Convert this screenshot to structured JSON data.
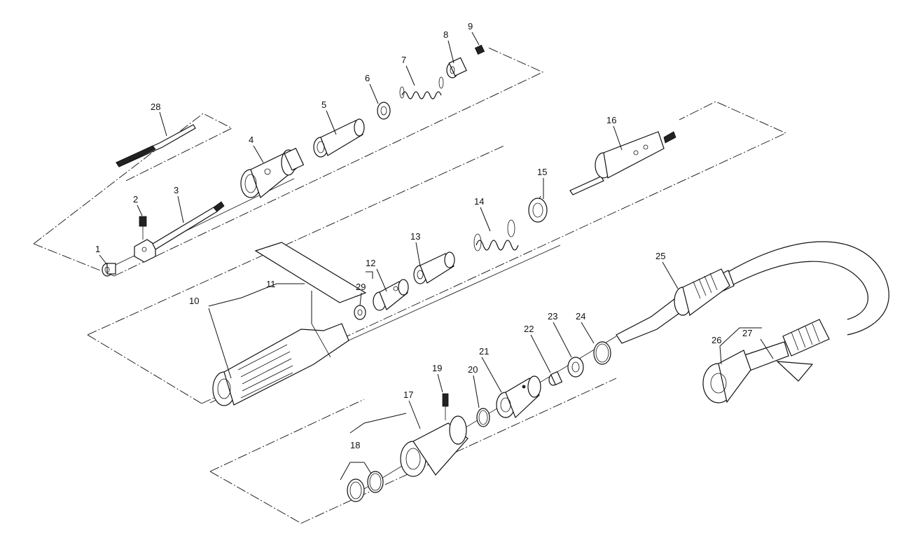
{
  "callouts": [
    {
      "id": "1",
      "text": "1"
    },
    {
      "id": "2",
      "text": "2"
    },
    {
      "id": "3",
      "text": "3"
    },
    {
      "id": "4",
      "text": "4"
    },
    {
      "id": "5",
      "text": "5"
    },
    {
      "id": "6",
      "text": "6"
    },
    {
      "id": "7",
      "text": "7"
    },
    {
      "id": "8",
      "text": "8"
    },
    {
      "id": "9",
      "text": "9"
    },
    {
      "id": "10",
      "text": "10"
    },
    {
      "id": "11",
      "text": "11"
    },
    {
      "id": "12",
      "text": "12"
    },
    {
      "id": "13",
      "text": "13"
    },
    {
      "id": "14",
      "text": "14"
    },
    {
      "id": "15",
      "text": "15"
    },
    {
      "id": "16",
      "text": "16"
    },
    {
      "id": "17",
      "text": "17"
    },
    {
      "id": "18",
      "text": "18"
    },
    {
      "id": "19",
      "text": "19"
    },
    {
      "id": "20",
      "text": "20"
    },
    {
      "id": "21",
      "text": "21"
    },
    {
      "id": "22",
      "text": "22"
    },
    {
      "id": "23",
      "text": "23"
    },
    {
      "id": "24",
      "text": "24"
    },
    {
      "id": "25",
      "text": "25"
    },
    {
      "id": "26",
      "text": "26"
    },
    {
      "id": "27",
      "text": "27"
    },
    {
      "id": "28",
      "text": "28"
    },
    {
      "id": "29",
      "text": "29"
    }
  ]
}
